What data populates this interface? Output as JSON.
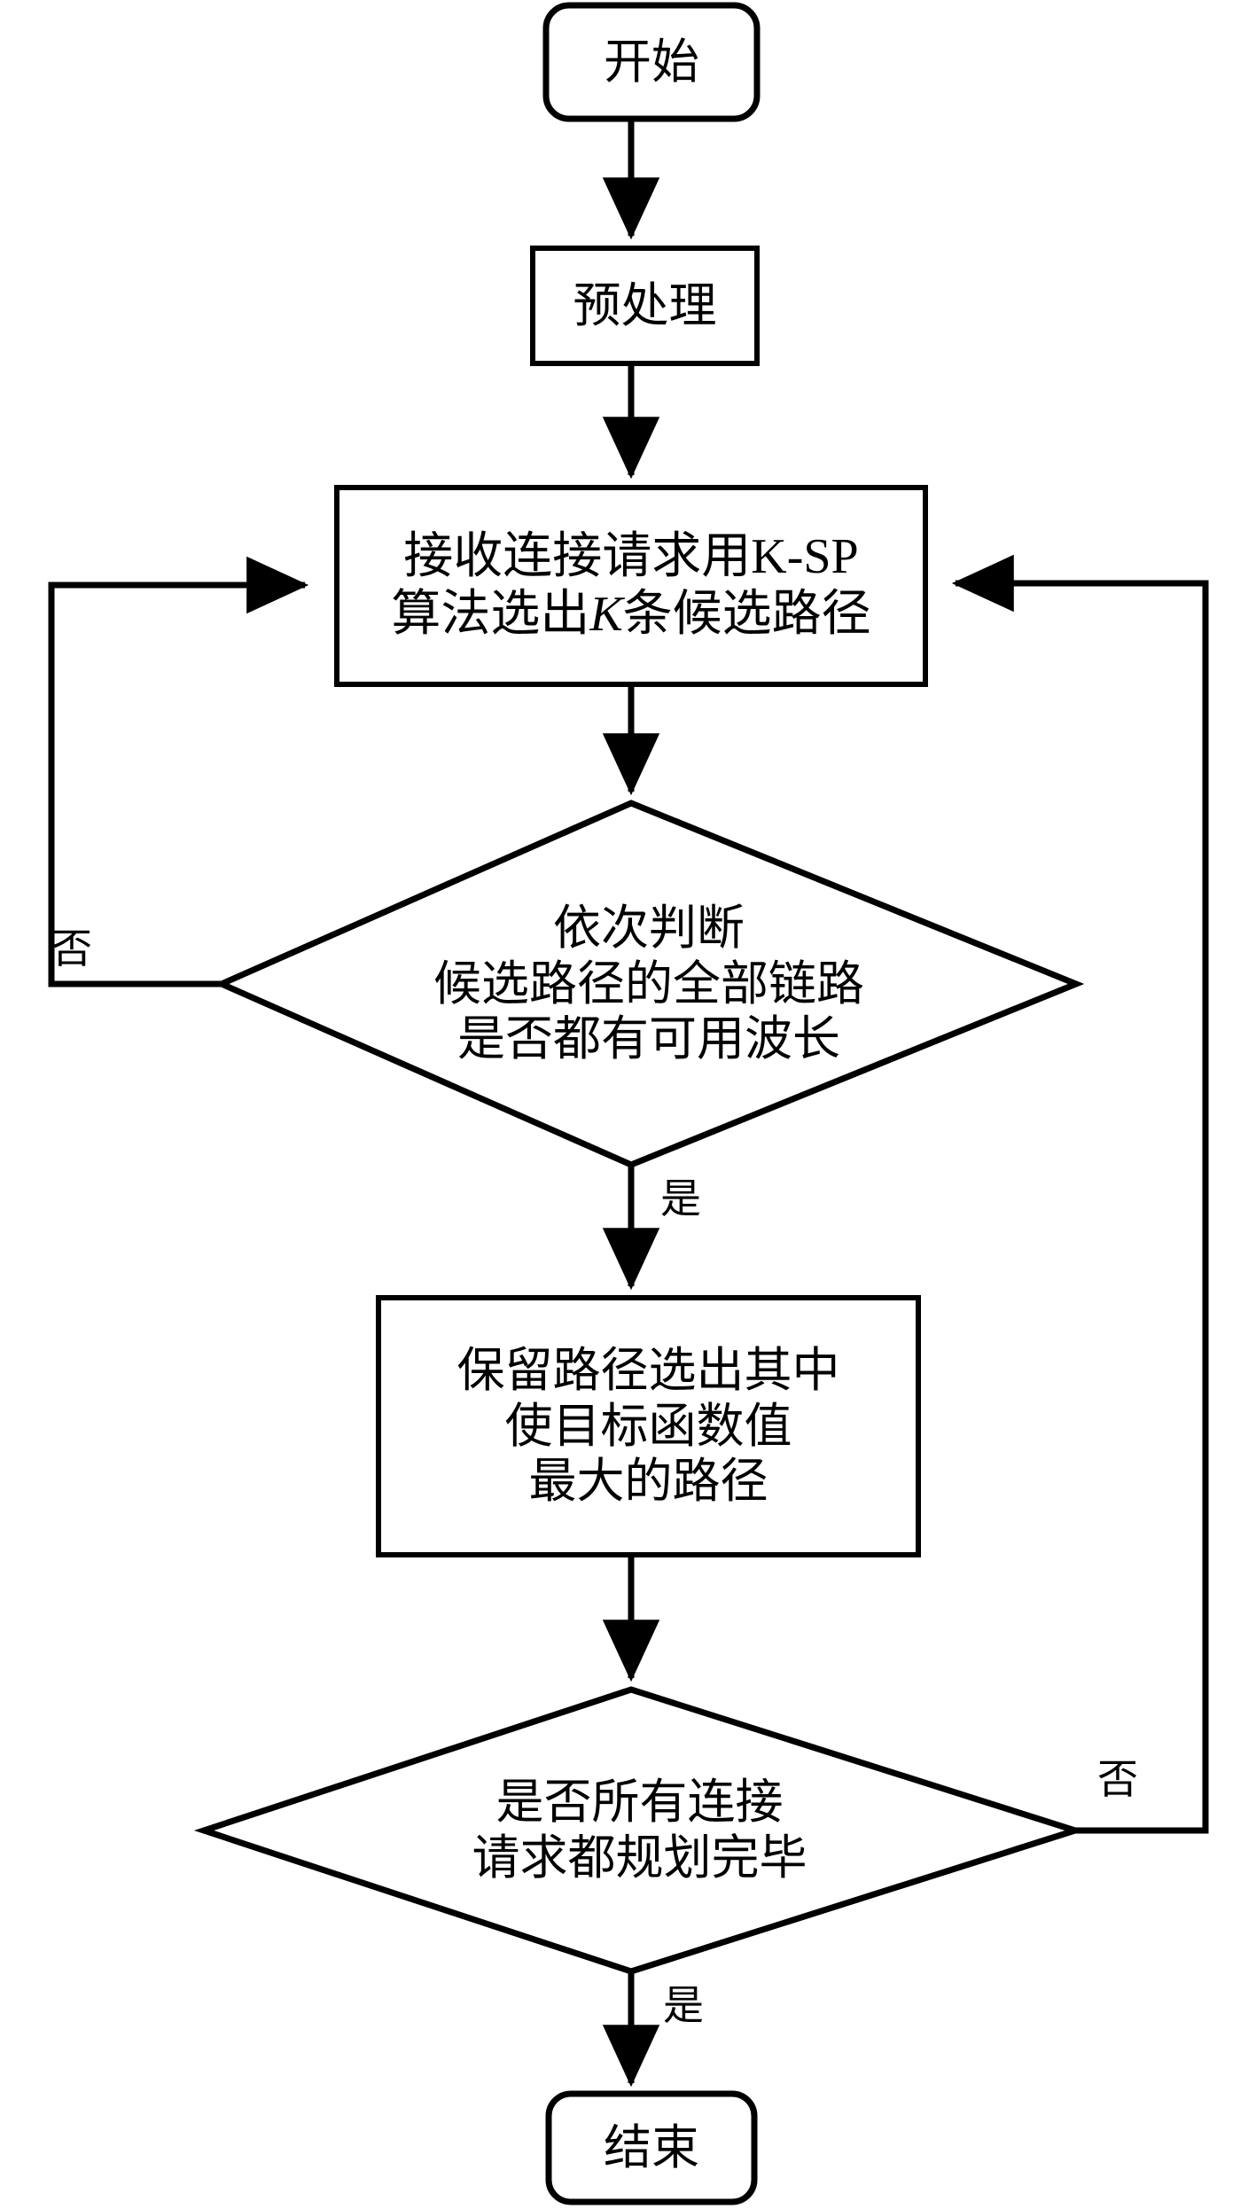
{
  "diagram": {
    "title_text": "",
    "stroke_color": "#000000",
    "fill_color": "#ffffff",
    "nodes": [
      {
        "id": "start",
        "type": "terminal",
        "lines": [
          "开始"
        ]
      },
      {
        "id": "preprocess",
        "type": "process",
        "lines": [
          "预处理"
        ]
      },
      {
        "id": "ksp",
        "type": "process",
        "lines": [
          "接收连接请求用K-SP",
          "算法选出K条候选路径"
        ],
        "line2_prefix": "算法选出",
        "line2_italic": "K",
        "line2_suffix": "条候选路径"
      },
      {
        "id": "decision_wavelength",
        "type": "decision",
        "lines": [
          "依次判断",
          "候选路径的全部链路",
          "是否都有可用波长"
        ]
      },
      {
        "id": "keep_path",
        "type": "process",
        "lines": [
          "保留路径选出其中",
          "使目标函数值",
          "最大的路径"
        ]
      },
      {
        "id": "decision_all_done",
        "type": "decision",
        "lines": [
          "是否所有连接",
          "请求都规划完毕"
        ]
      },
      {
        "id": "end",
        "type": "terminal",
        "lines": [
          "结束"
        ]
      }
    ],
    "edge_labels": [
      {
        "id": "no_left",
        "text": "否"
      },
      {
        "id": "yes_middle",
        "text": "是"
      },
      {
        "id": "no_right",
        "text": "否"
      },
      {
        "id": "yes_bottom",
        "text": "是"
      }
    ]
  }
}
